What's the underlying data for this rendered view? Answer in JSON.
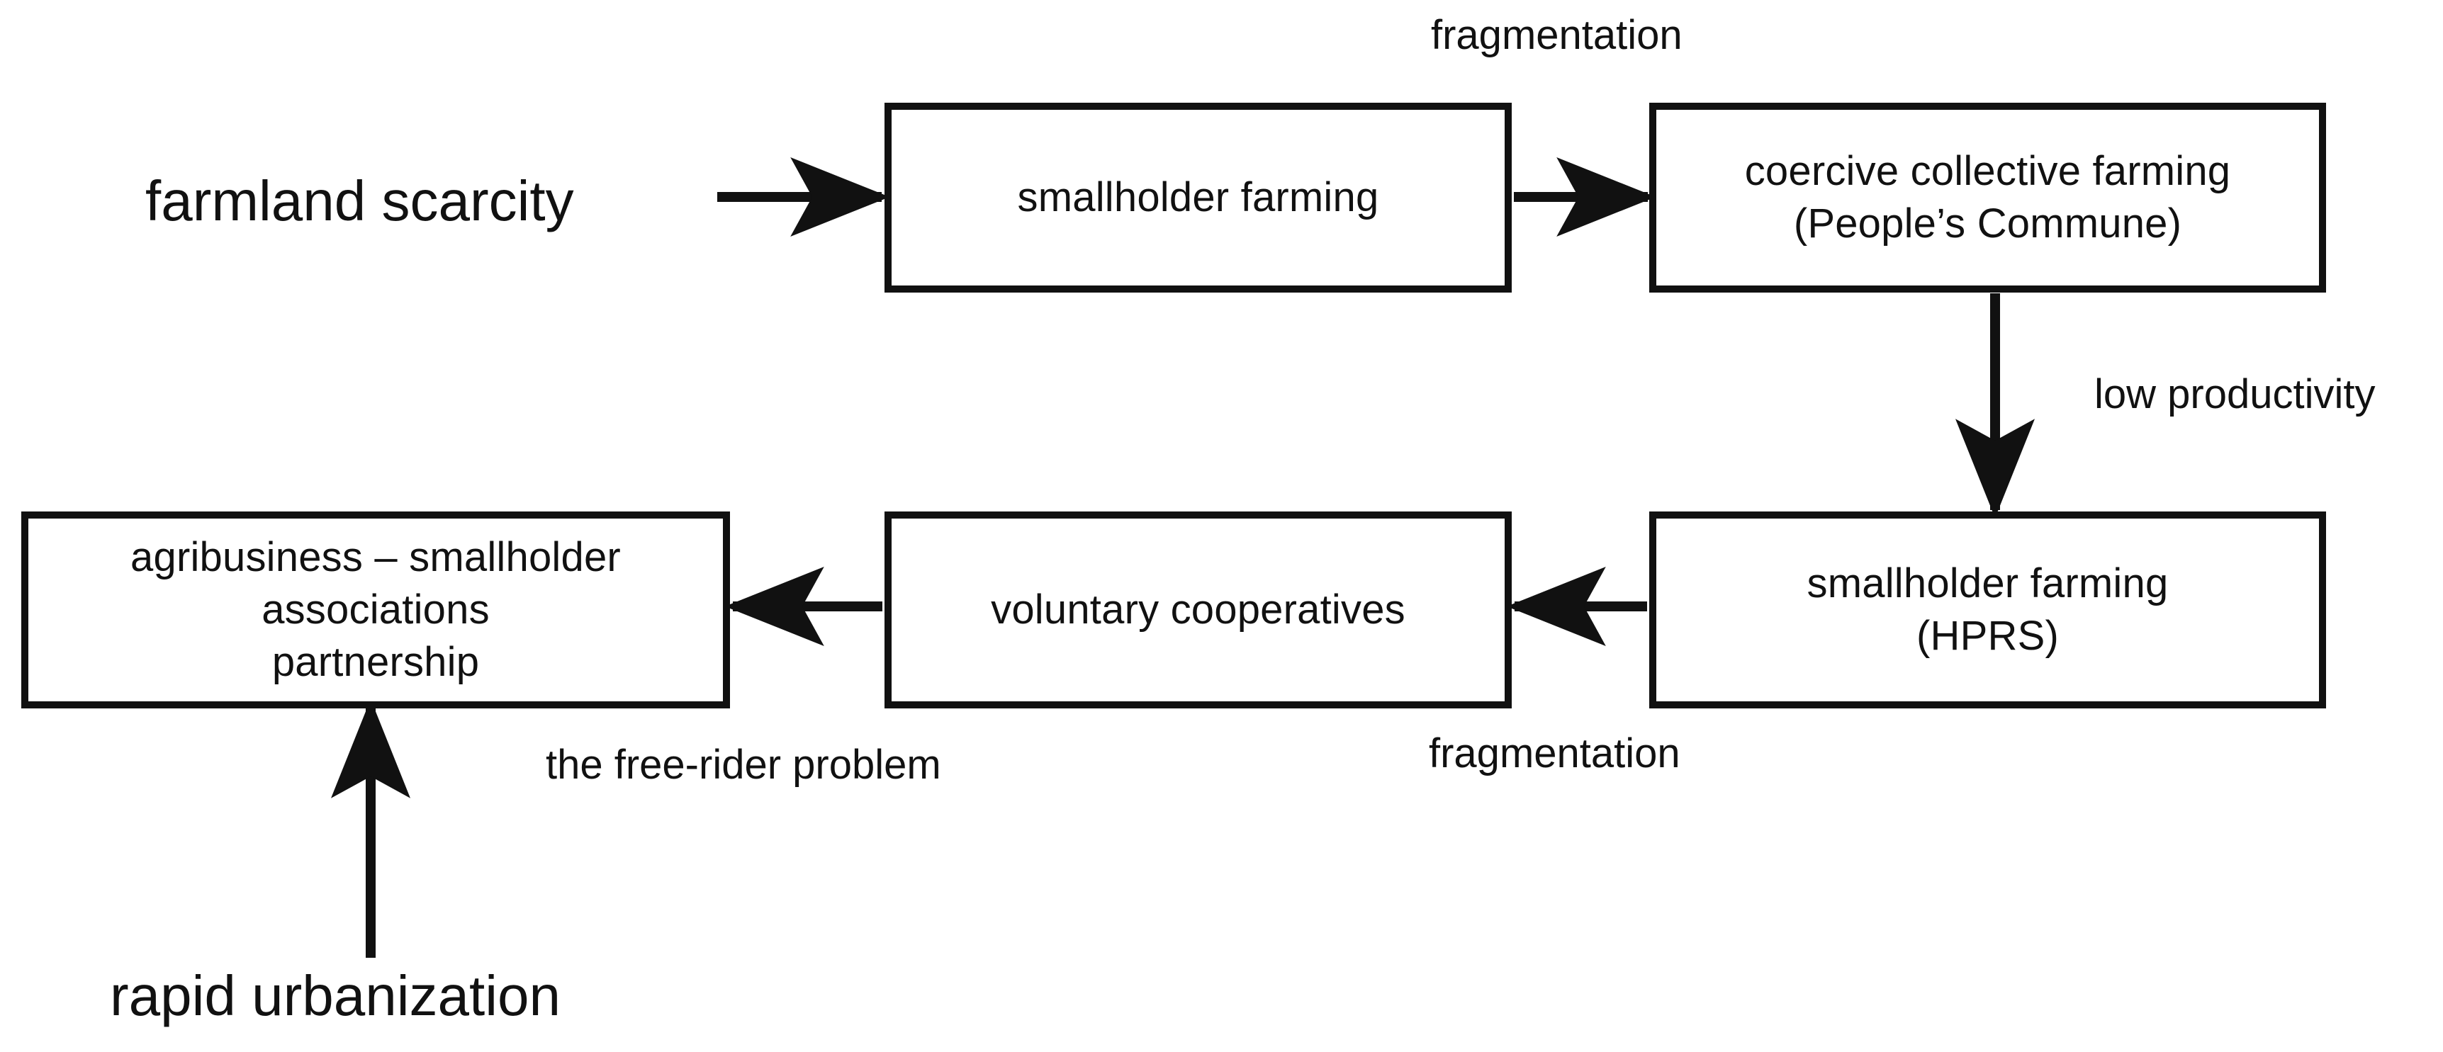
{
  "diagram": {
    "title_text": "",
    "background_color": "#ffffff",
    "stroke_color": "#111111",
    "nodes": [
      {
        "id": "smallholder-farming-top",
        "lines": [
          "smallholder  farming"
        ]
      },
      {
        "id": "coercive-collective",
        "lines": [
          "coercive collective farming",
          "(People’s Commune)"
        ]
      },
      {
        "id": "agribusiness",
        "lines": [
          "agribusiness – smallholder",
          "associations",
          "partnership"
        ]
      },
      {
        "id": "voluntary-cooperatives",
        "lines": [
          "voluntary cooperatives"
        ]
      },
      {
        "id": "smallholder-hprs",
        "lines": [
          "smallholder  farming",
          "(HPRS)"
        ]
      }
    ],
    "external_labels": [
      {
        "id": "farmland-scarcity",
        "text": "farmland scarcity"
      },
      {
        "id": "rapid-urbanization",
        "text": "rapid urbanization"
      }
    ],
    "edge_labels": [
      {
        "id": "fragmentation-top",
        "text": "fragmentation"
      },
      {
        "id": "low-productivity",
        "text": "low productivity"
      },
      {
        "id": "free-rider-problem",
        "text": "the free-rider problem"
      },
      {
        "id": "fragmentation-bottom",
        "text": "fragmentation"
      }
    ]
  }
}
